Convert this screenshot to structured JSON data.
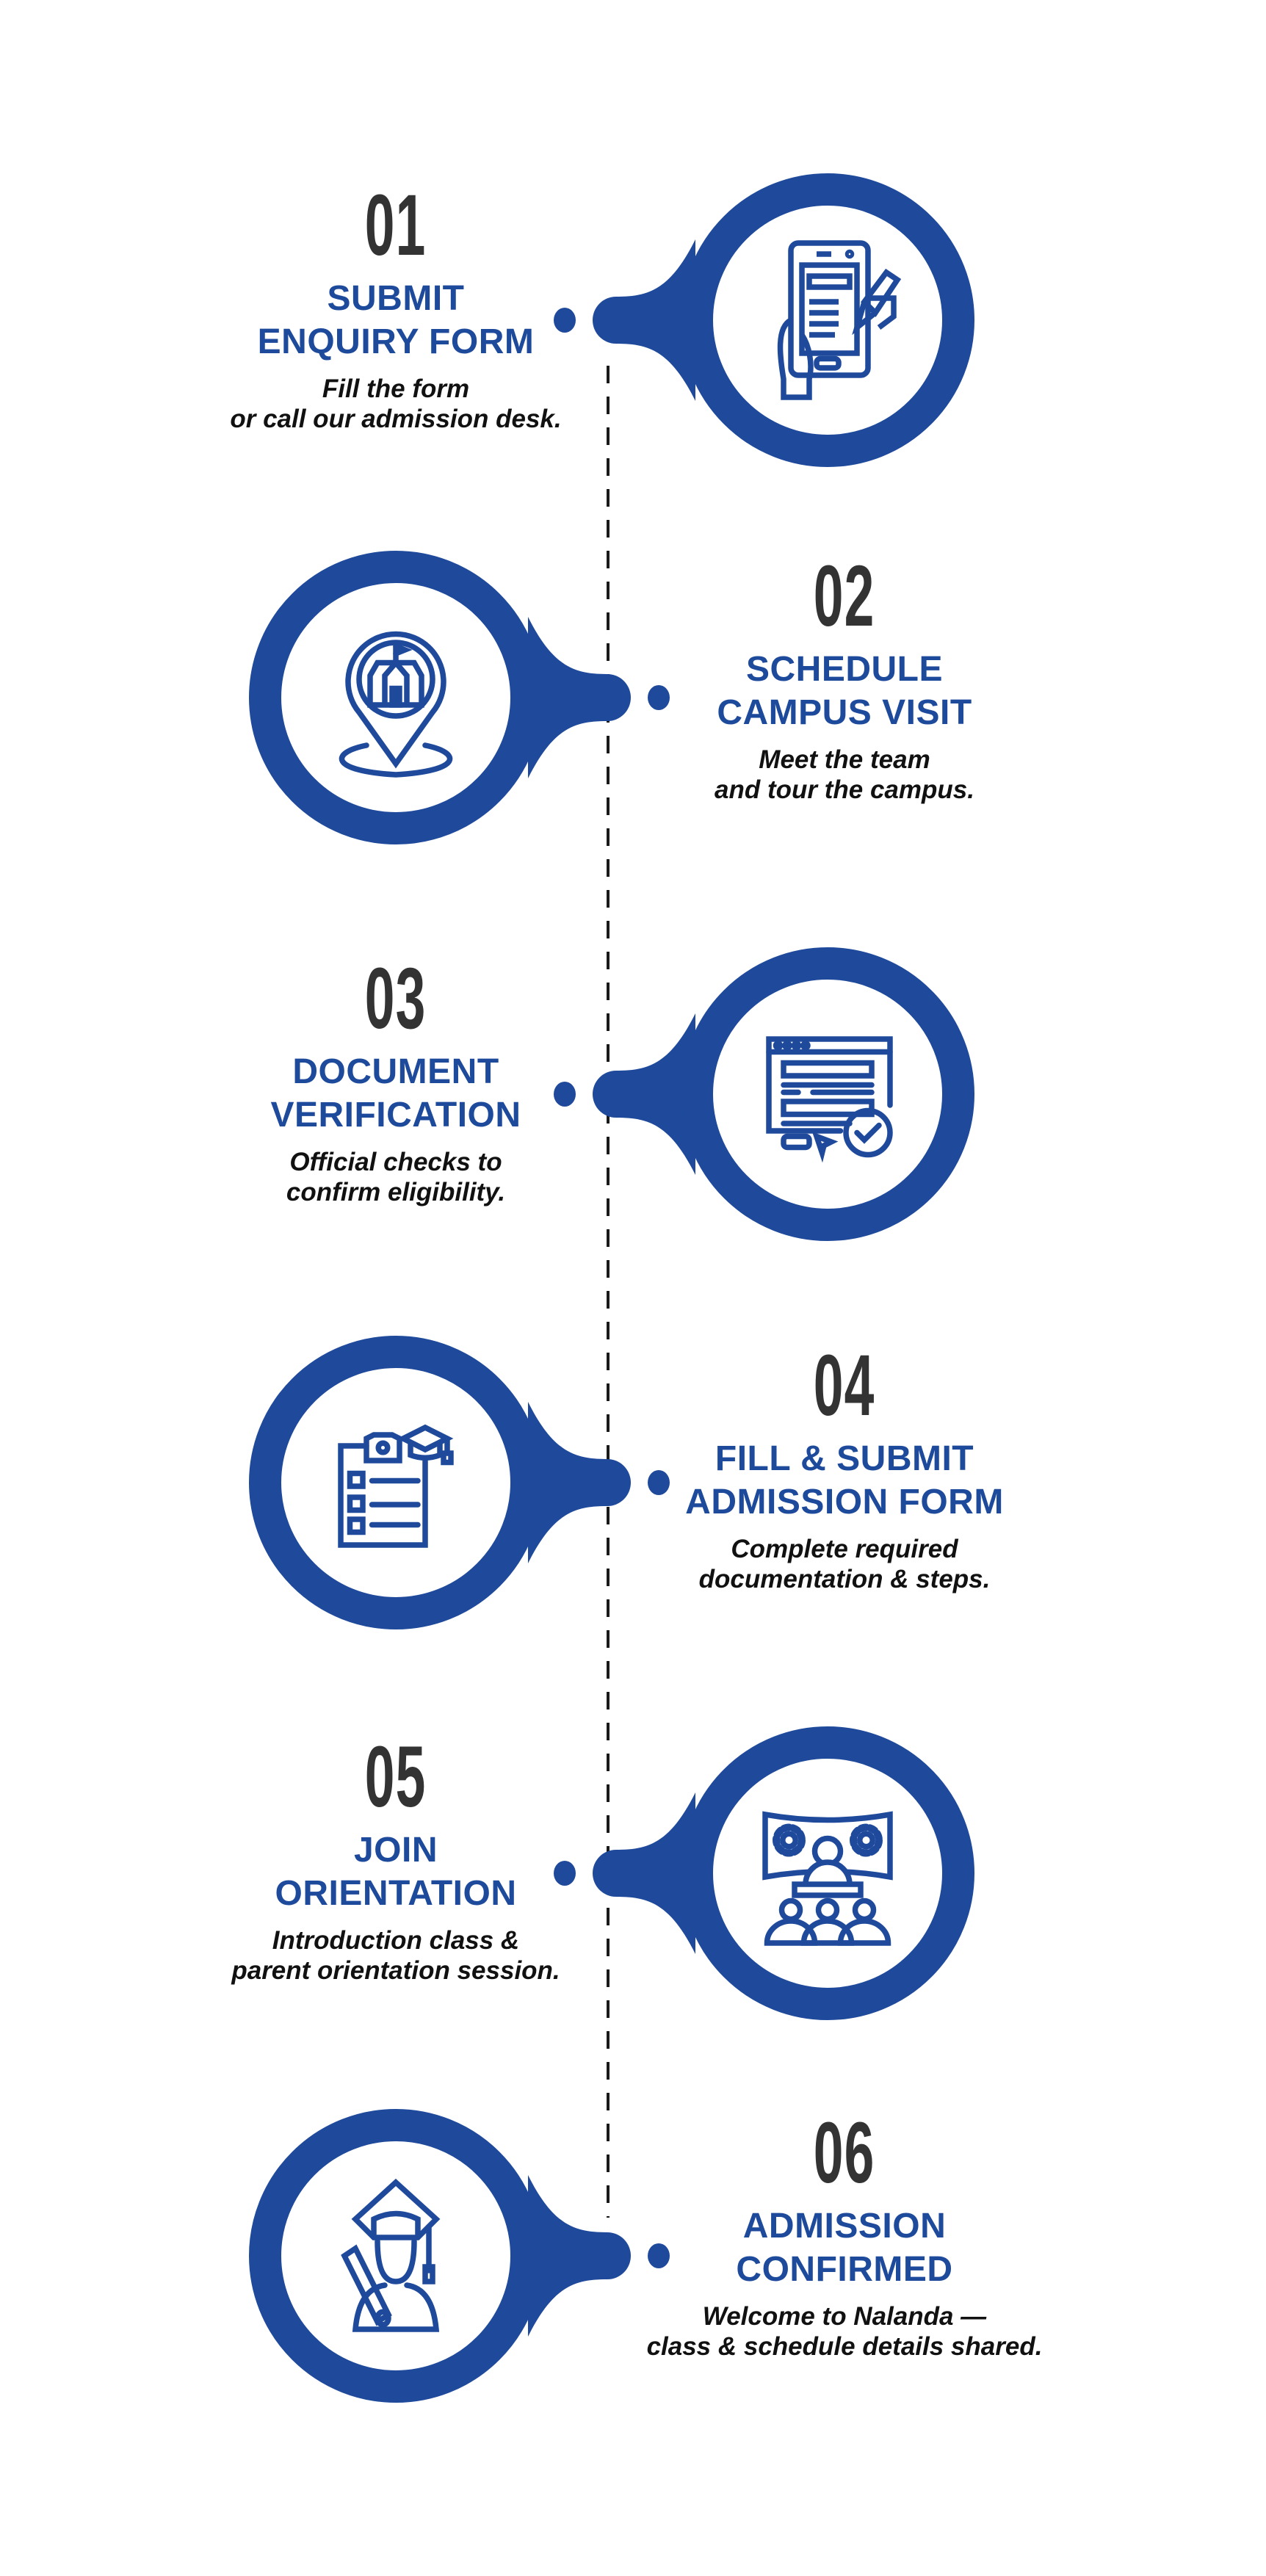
{
  "colors": {
    "ring": "#1F4A9B",
    "title": "#1E4A9C",
    "number": "#333333",
    "text": "#111111"
  },
  "steps": [
    {
      "number": "01",
      "title_line1": "SUBMIT",
      "title_line2": "ENQUIRY FORM",
      "desc_line1": "Fill the form",
      "desc_line2": "or call our admission desk.",
      "icon": "tablet-form-pen-icon"
    },
    {
      "number": "02",
      "title_line1": "SCHEDULE",
      "title_line2": "CAMPUS VISIT",
      "desc_line1": "Meet the team",
      "desc_line2": "and tour the campus.",
      "icon": "school-location-pin-icon"
    },
    {
      "number": "03",
      "title_line1": "DOCUMENT",
      "title_line2": "VERIFICATION",
      "desc_line1": "Official checks to",
      "desc_line2": "confirm eligibility.",
      "icon": "web-form-check-icon"
    },
    {
      "number": "04",
      "title_line1": "FILL & SUBMIT",
      "title_line2": "ADMISSION FORM",
      "desc_line1": "Complete required",
      "desc_line2": "documentation & steps.",
      "icon": "clipboard-graduation-cap-icon"
    },
    {
      "number": "05",
      "title_line1": "JOIN",
      "title_line2": "ORIENTATION",
      "desc_line1": "Introduction class &",
      "desc_line2": "parent orientation session.",
      "icon": "presentation-audience-icon"
    },
    {
      "number": "06",
      "title_line1": "ADMISSION",
      "title_line2": "CONFIRMED",
      "desc_line1": "Welcome to Nalanda —",
      "desc_line2": "class & schedule details shared.",
      "icon": "graduate-diploma-icon"
    }
  ]
}
